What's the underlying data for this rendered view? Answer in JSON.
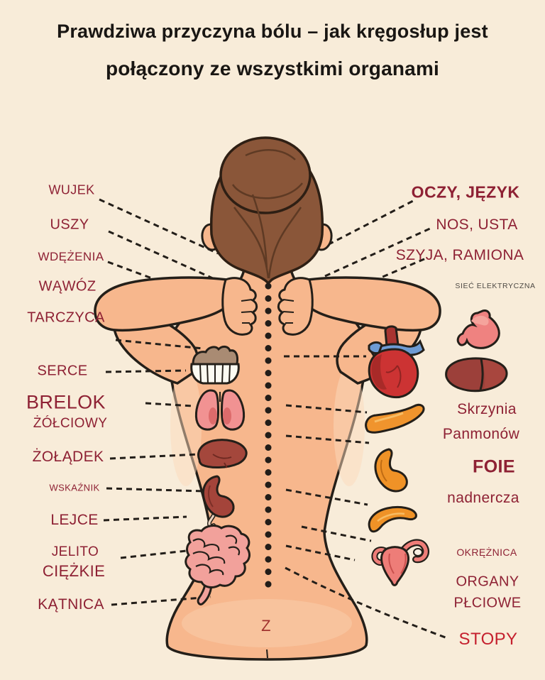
{
  "title": {
    "line1": "Prawdziwa przyczyna bólu – jak kręgosłup jest",
    "line2": "połączony ze wszystkimi organami"
  },
  "labels": {
    "left": [
      "WUJEK",
      "USZY",
      "WDĘŻENIA",
      "WĄWÓZ",
      "TARCZYCA",
      "SERCE",
      "BRELOK",
      "ŻÓŁCIOWY",
      "ŻOŁĄDEK",
      "WSKAŹNIK",
      "LEJCE",
      "JELITO",
      "CIĘŻKIE",
      "KĄTNICA"
    ],
    "right": [
      "OCZY, JĘZYK",
      "NOS, USTA",
      "SZYJA, RAMIONA",
      "SIEĆ ELEKTRYCZNA",
      "Skrzynia",
      "Panmonów",
      "FOIE",
      "nadnercza",
      "OKRĘŻNICA",
      "ORGANY",
      "PŁCIOWE",
      "STOPY"
    ],
    "bottom_center": "Z"
  },
  "organ_icons": [
    "teeth-icon",
    "lungs-icon",
    "liver-icon",
    "kidney-icon",
    "intestines-icon",
    "heart-icon",
    "stomach-icon",
    "liver-right-icon",
    "pancreas-icon",
    "kidney-right-icon",
    "spleen-icon",
    "uterus-icon"
  ],
  "figure_icons": [
    "woman-back-icon",
    "hair-bun-icon",
    "spine-dots-icon"
  ],
  "colors": {
    "background": "#f8ecd9",
    "skin": "#f7b78d",
    "hair": "#8a5639",
    "outline": "#241f19",
    "label_maroon": "#8e2134",
    "label_bright_red": "#c5202e",
    "label_gray": "#4e4a45",
    "organ_orange": "#ef9227",
    "organ_red": "#cc3333",
    "organ_pink": "#ee7d78"
  }
}
